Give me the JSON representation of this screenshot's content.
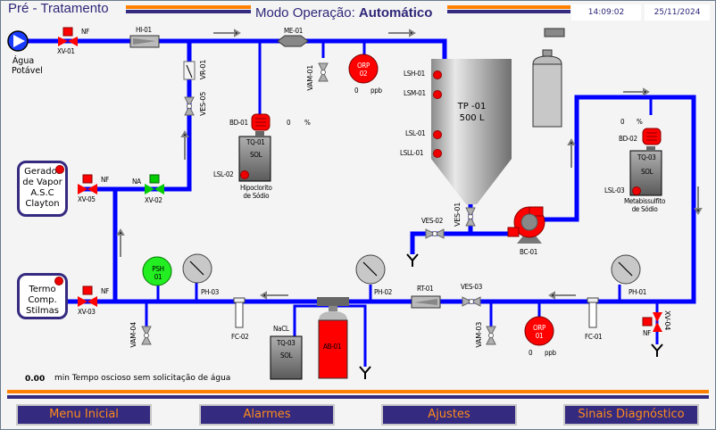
{
  "header": {
    "title": "Pré - Tratamento",
    "mode_label": "Modo Operação:",
    "mode_value": "Automático",
    "time": "14:09:02",
    "date": "25/11/2024"
  },
  "colors": {
    "pipe": "#0000ff",
    "accent_orange": "#ff8000",
    "accent_purple": "#342a80",
    "valve_closed": "#ff0000",
    "valve_open": "#00cc00"
  },
  "equipment": {
    "water_source": {
      "line1": "Água",
      "line2": "Potável"
    },
    "steam_generator": {
      "line1": "Gerador",
      "line2": "de Vapor",
      "line3": "A.S.C",
      "line4": "Clayton"
    },
    "thermo_compressor": {
      "line1": "Termo",
      "line2": "Comp.",
      "line3": "Stilmas"
    },
    "tank_tp01": {
      "name": "TP -01",
      "capacity": "500 L"
    },
    "tank_tq01": {
      "name": "TQ-01",
      "type": "SOL",
      "content_line1": "Hipoclorito",
      "content_line2": "de Sódio"
    },
    "tank_tq03_meta": {
      "name": "TQ-03",
      "type": "SOL",
      "content_line1": "Metabissulfito",
      "content_line2": "de Sódio"
    },
    "tank_tq03_nacl": {
      "name": "TQ-03",
      "type": "SOL",
      "content": "NaCL"
    },
    "softener": {
      "name": "AB-01"
    },
    "pump": {
      "name": "BC-01"
    }
  },
  "valves": {
    "xv01": {
      "tag": "XV-01",
      "state": "NF"
    },
    "xv05": {
      "tag": "XV-05",
      "state": "NF"
    },
    "xv02": {
      "tag": "XV-02",
      "state": "NA"
    },
    "xv03": {
      "tag": "XV-03",
      "state": "NF"
    },
    "xv04": {
      "tag": "XV-04",
      "state": "NF"
    },
    "ves01": "VES-01",
    "ves02": "VES-02",
    "ves03": "VES-03",
    "ves05": "VES-05",
    "vr01": "VR-01",
    "vam01": "VAM-01",
    "vam03": "VAM-03",
    "vam04": "VAM-04"
  },
  "instruments": {
    "hi01": "HI-01",
    "me01": "ME-01",
    "rt01": "RT-01",
    "fc01": "FC-01",
    "fc02": "FC-02",
    "ph01": "PH-01",
    "ph02": "PH-02",
    "ph03": "PH-03",
    "psh01": {
      "line1": "PSH",
      "line2": "01"
    },
    "orp01": {
      "line1": "ORP",
      "line2": "01",
      "value": "0",
      "unit": "ppb"
    },
    "orp02": {
      "line1": "ORP",
      "line2": "02",
      "value": "0",
      "unit": "ppb"
    },
    "bd01": {
      "tag": "BD-01",
      "value": "0",
      "unit": "%"
    },
    "bd02": {
      "tag": "BD-02",
      "value": "0",
      "unit": "%"
    },
    "lsh01": "LSH-01",
    "lsm01": "LSM-01",
    "lsl01": "LSL-01",
    "lsll01": "LSLL-01",
    "lsl02": "LSL-02",
    "lsl03": "LSL-03"
  },
  "idle": {
    "value": "0.00",
    "text": "min Tempo oscioso sem solicitação de água"
  },
  "nav": {
    "menu": "Menu Inicial",
    "alarms": "Alarmes",
    "settings": "Ajustes",
    "diagnostics": "Sinais Diagnóstico"
  }
}
